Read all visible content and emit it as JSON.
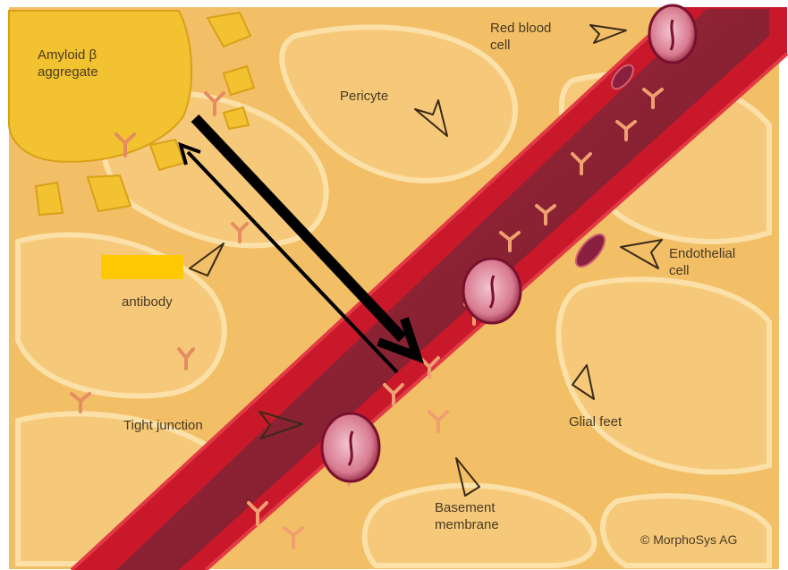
{
  "diagram": {
    "labels": {
      "amyloid": "Amyloid β\naggregate",
      "red_blood_cell": "Red blood\ncell",
      "pericyte": "Pericyte",
      "endothelial": "Endothelial\ncell",
      "antibody": "antibody",
      "tight_junction": "Tight junction",
      "glial_feet": "Glial feet",
      "basement": "Basement\nmembrane",
      "copyright": "© MorphoSys AG"
    },
    "colors": {
      "background": "#f2be66",
      "cell_fill": "#f5c874",
      "vessel_wall": "#c8182a",
      "vessel_inner": "#7a1e2c",
      "amyloid": "#f2c230",
      "antibody": "#f0a070",
      "redaction": "#ffc800",
      "arrow": "#000000"
    }
  }
}
